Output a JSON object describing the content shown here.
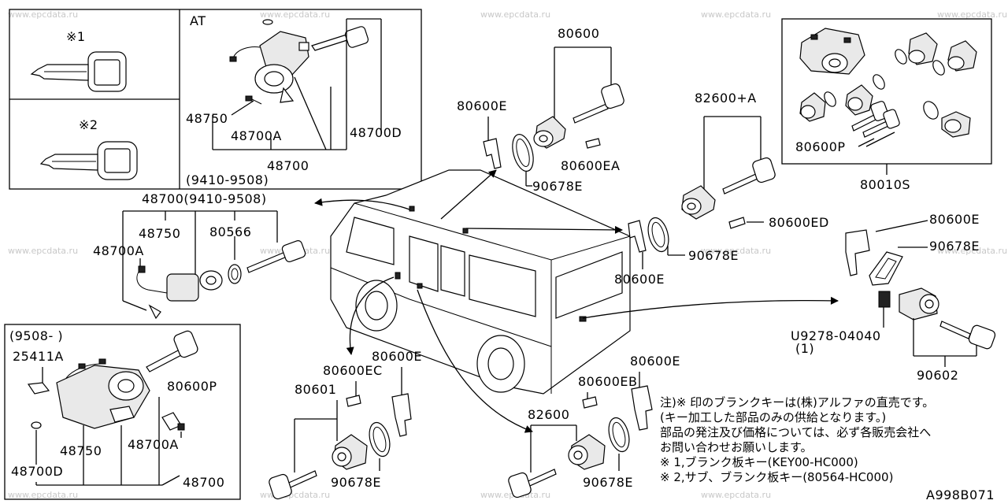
{
  "watermark": "www.epcdata.ru",
  "labels": {
    "key1_mark": "※1",
    "key2_mark": "※2",
    "at": "AT",
    "p48750_a": "48750",
    "p48700a_a": "48700A",
    "p48700d_a": "48700D",
    "p48700_a": "48700",
    "date_a": "(9410-9508)",
    "p48700_b": "48700(9410-9508)",
    "p48750_b": "48750",
    "p80566": "80566",
    "p48700a_b": "48700A",
    "date_c": "(9508-   )",
    "p25411a": "25411A",
    "p80600p_c": "80600P",
    "p48750_c": "48750",
    "p48700a_c": "48700A",
    "p48700d_c": "48700D",
    "p48700_c": "48700",
    "p80600": "80600",
    "p80600e_1": "80600E",
    "p80600ea": "80600EA",
    "p90678e_1": "90678E",
    "p82600a": "82600+A",
    "p80600ed": "80600ED",
    "p90678e_2": "90678E",
    "p80600e_2": "80600E",
    "p80600p_k": "80600P",
    "p80010s": "80010S",
    "p80600e_3": "80600E",
    "p90678e_3": "90678E",
    "pu9278": "U9278-04040",
    "pu9278_qty": "(1)",
    "p90602": "90602",
    "p80600e_4": "80600E",
    "p80600ec": "80600EC",
    "p80601": "80601",
    "p90678e_4": "90678E",
    "p80600e_5": "80600E",
    "p80600eb": "80600EB",
    "p82600": "82600",
    "p90678e_5": "90678E",
    "diagram_code": "A998B071"
  },
  "notes": [
    "注)※ 印のブランクキーは(株)アルファの直売です。",
    "(キー加工した部品のみの供給となります。)",
    "部品の発注及び価格については、必ず各販売会社へ",
    "お問い合わせお願いします。",
    "※ 1,ブランク板キー(KEY00-HC000)",
    "※ 2,サブ、ブランク板キー(80564-HC000)"
  ]
}
